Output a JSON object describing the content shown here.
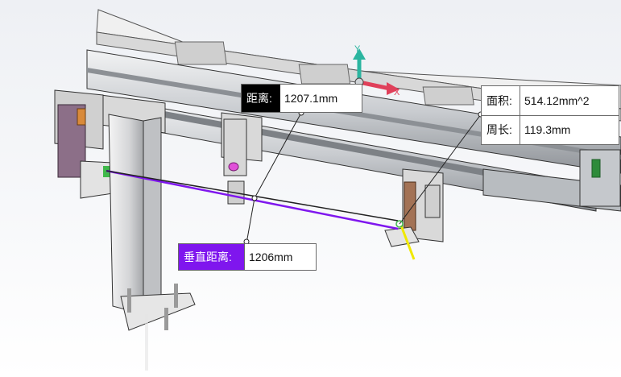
{
  "measure": {
    "distance": {
      "label": "距离:",
      "value": "1207.1mm"
    },
    "vertical_distance": {
      "label": "垂直距离:",
      "value": "1206mm"
    },
    "area": {
      "label": "面积:",
      "value": "514.12mm^2"
    },
    "perimeter": {
      "label": "周长:",
      "value": "119.3mm"
    }
  },
  "triad": {
    "y_label": "Y",
    "x_label": "X"
  },
  "colors": {
    "vertical_line": "#7f16ee",
    "triad_y": "#2bb5a0",
    "triad_x": "#e0405a",
    "triad_z": "#3f7fd8",
    "selected_face": "#f0e800"
  }
}
